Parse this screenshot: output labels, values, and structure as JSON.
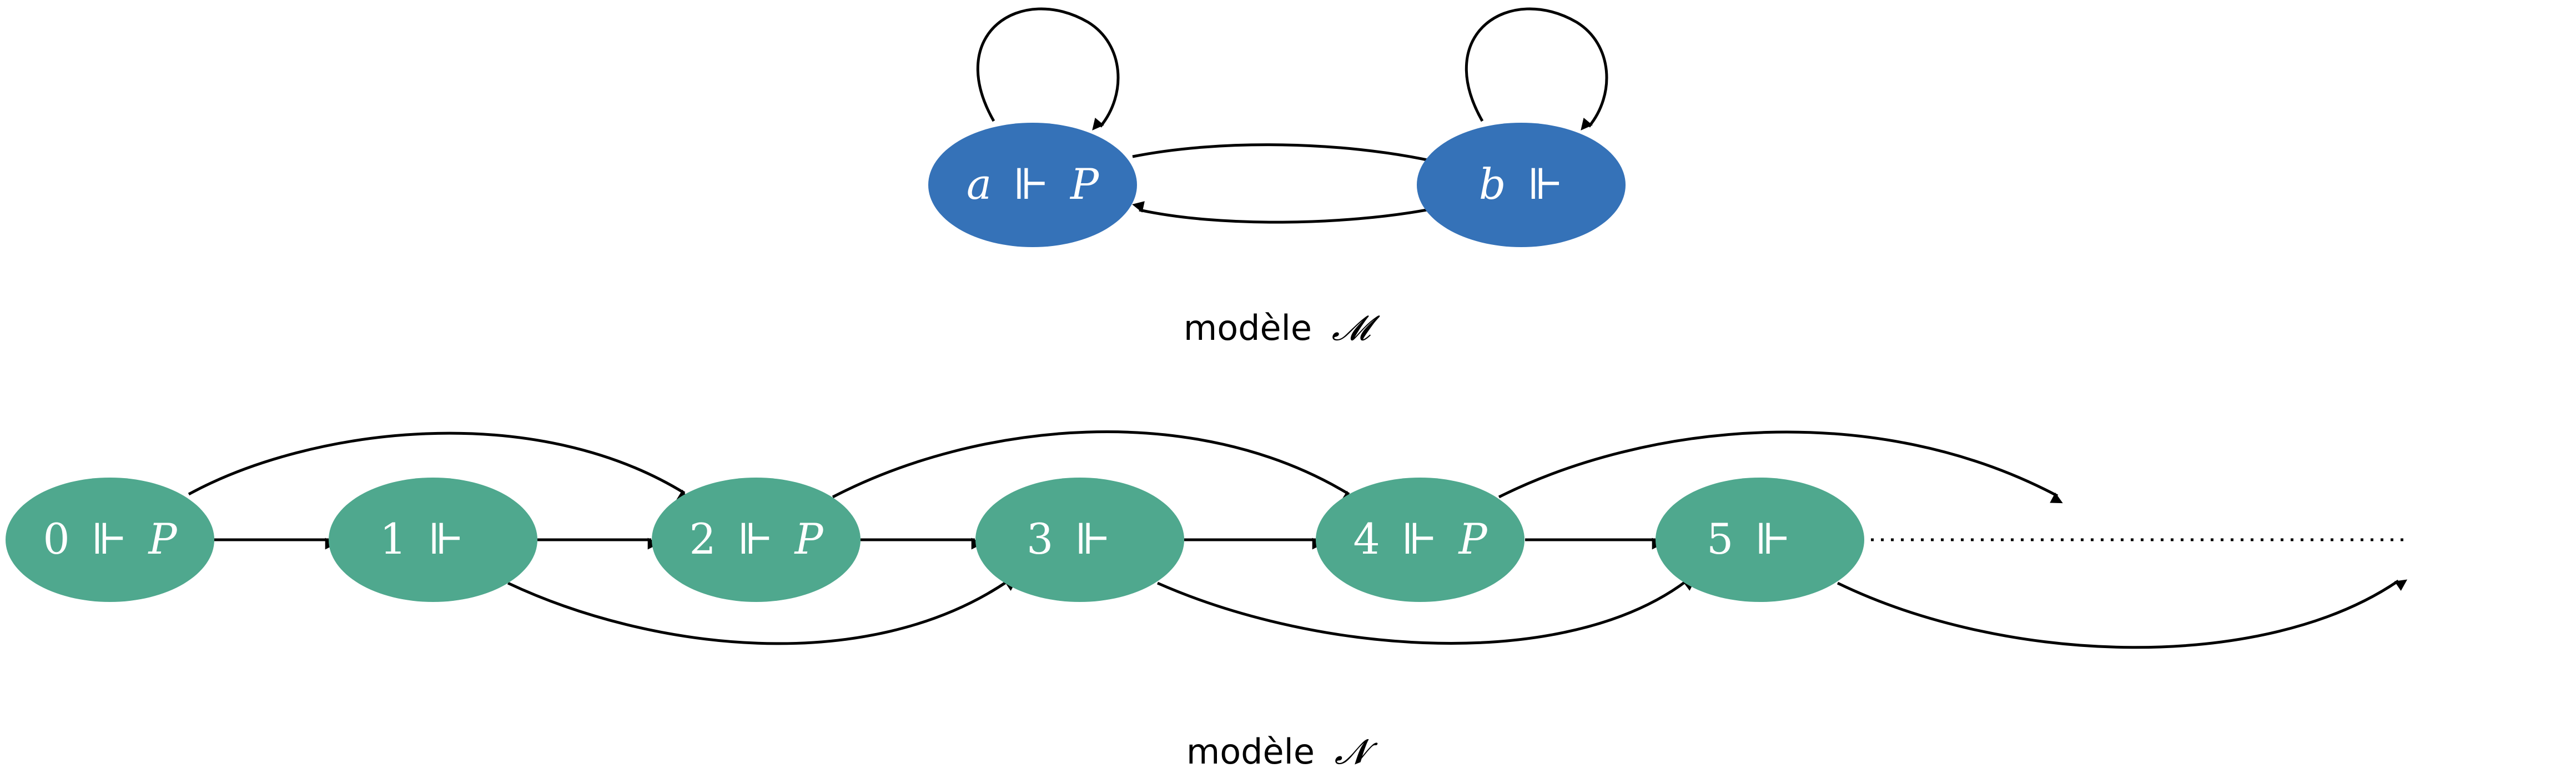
{
  "colors": {
    "model_m_node": "#3572b8",
    "model_n_node": "#4fa88e",
    "edge": "#000000",
    "text": "#ffffff"
  },
  "model_m": {
    "caption_prefix": "modèle",
    "caption_symbol": "𝓜",
    "nodes": [
      {
        "id": "a",
        "world": "a",
        "forces": "⊩",
        "prop": "P"
      },
      {
        "id": "b",
        "world": "b",
        "forces": "⊩",
        "prop": ""
      }
    ]
  },
  "model_n": {
    "caption_prefix": "modèle",
    "caption_symbol": "𝓝",
    "nodes": [
      {
        "id": "0",
        "world": "0",
        "forces": "⊩",
        "prop": "P"
      },
      {
        "id": "1",
        "world": "1",
        "forces": "⊩",
        "prop": ""
      },
      {
        "id": "2",
        "world": "2",
        "forces": "⊩",
        "prop": "P"
      },
      {
        "id": "3",
        "world": "3",
        "forces": "⊩",
        "prop": ""
      },
      {
        "id": "4",
        "world": "4",
        "forces": "⊩",
        "prop": "P"
      },
      {
        "id": "5",
        "world": "5",
        "forces": "⊩",
        "prop": ""
      }
    ]
  }
}
